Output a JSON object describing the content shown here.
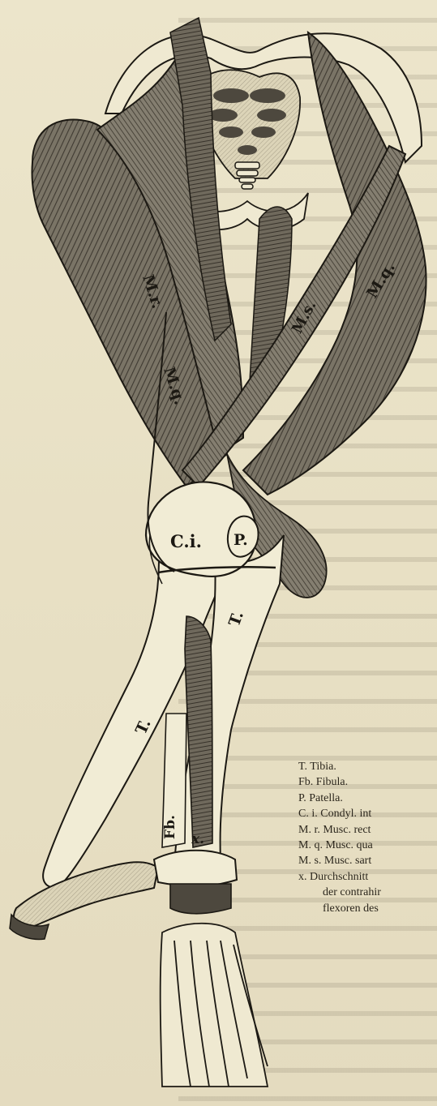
{
  "figure": {
    "labels": {
      "rectus_left": "M.r.",
      "quadriceps_left": "M.q.",
      "sartorius": "M.s.",
      "quadriceps_right": "M.q.",
      "condyle": "C.i.",
      "patella": "P.",
      "tibia_upper": "T.",
      "tibia_lower": "T.",
      "fibula": "Fb.",
      "cut_x": "x."
    },
    "legend": [
      "T. Tibia.",
      "Fb. Fibula.",
      "P. Patella.",
      "C. i. Condyl. int",
      "M. r. Musc. rect",
      "M. q. Musc. qua",
      "M. s. Musc. sart",
      "x. Durchschnitt",
      "der contrahir",
      "flexoren des"
    ]
  },
  "colors": {
    "paper": "#e9e2c8",
    "ink": "#1c1913",
    "muscle_dark": "#5a554b",
    "muscle_mid": "#7d776a",
    "bone": "#ece6ce"
  }
}
